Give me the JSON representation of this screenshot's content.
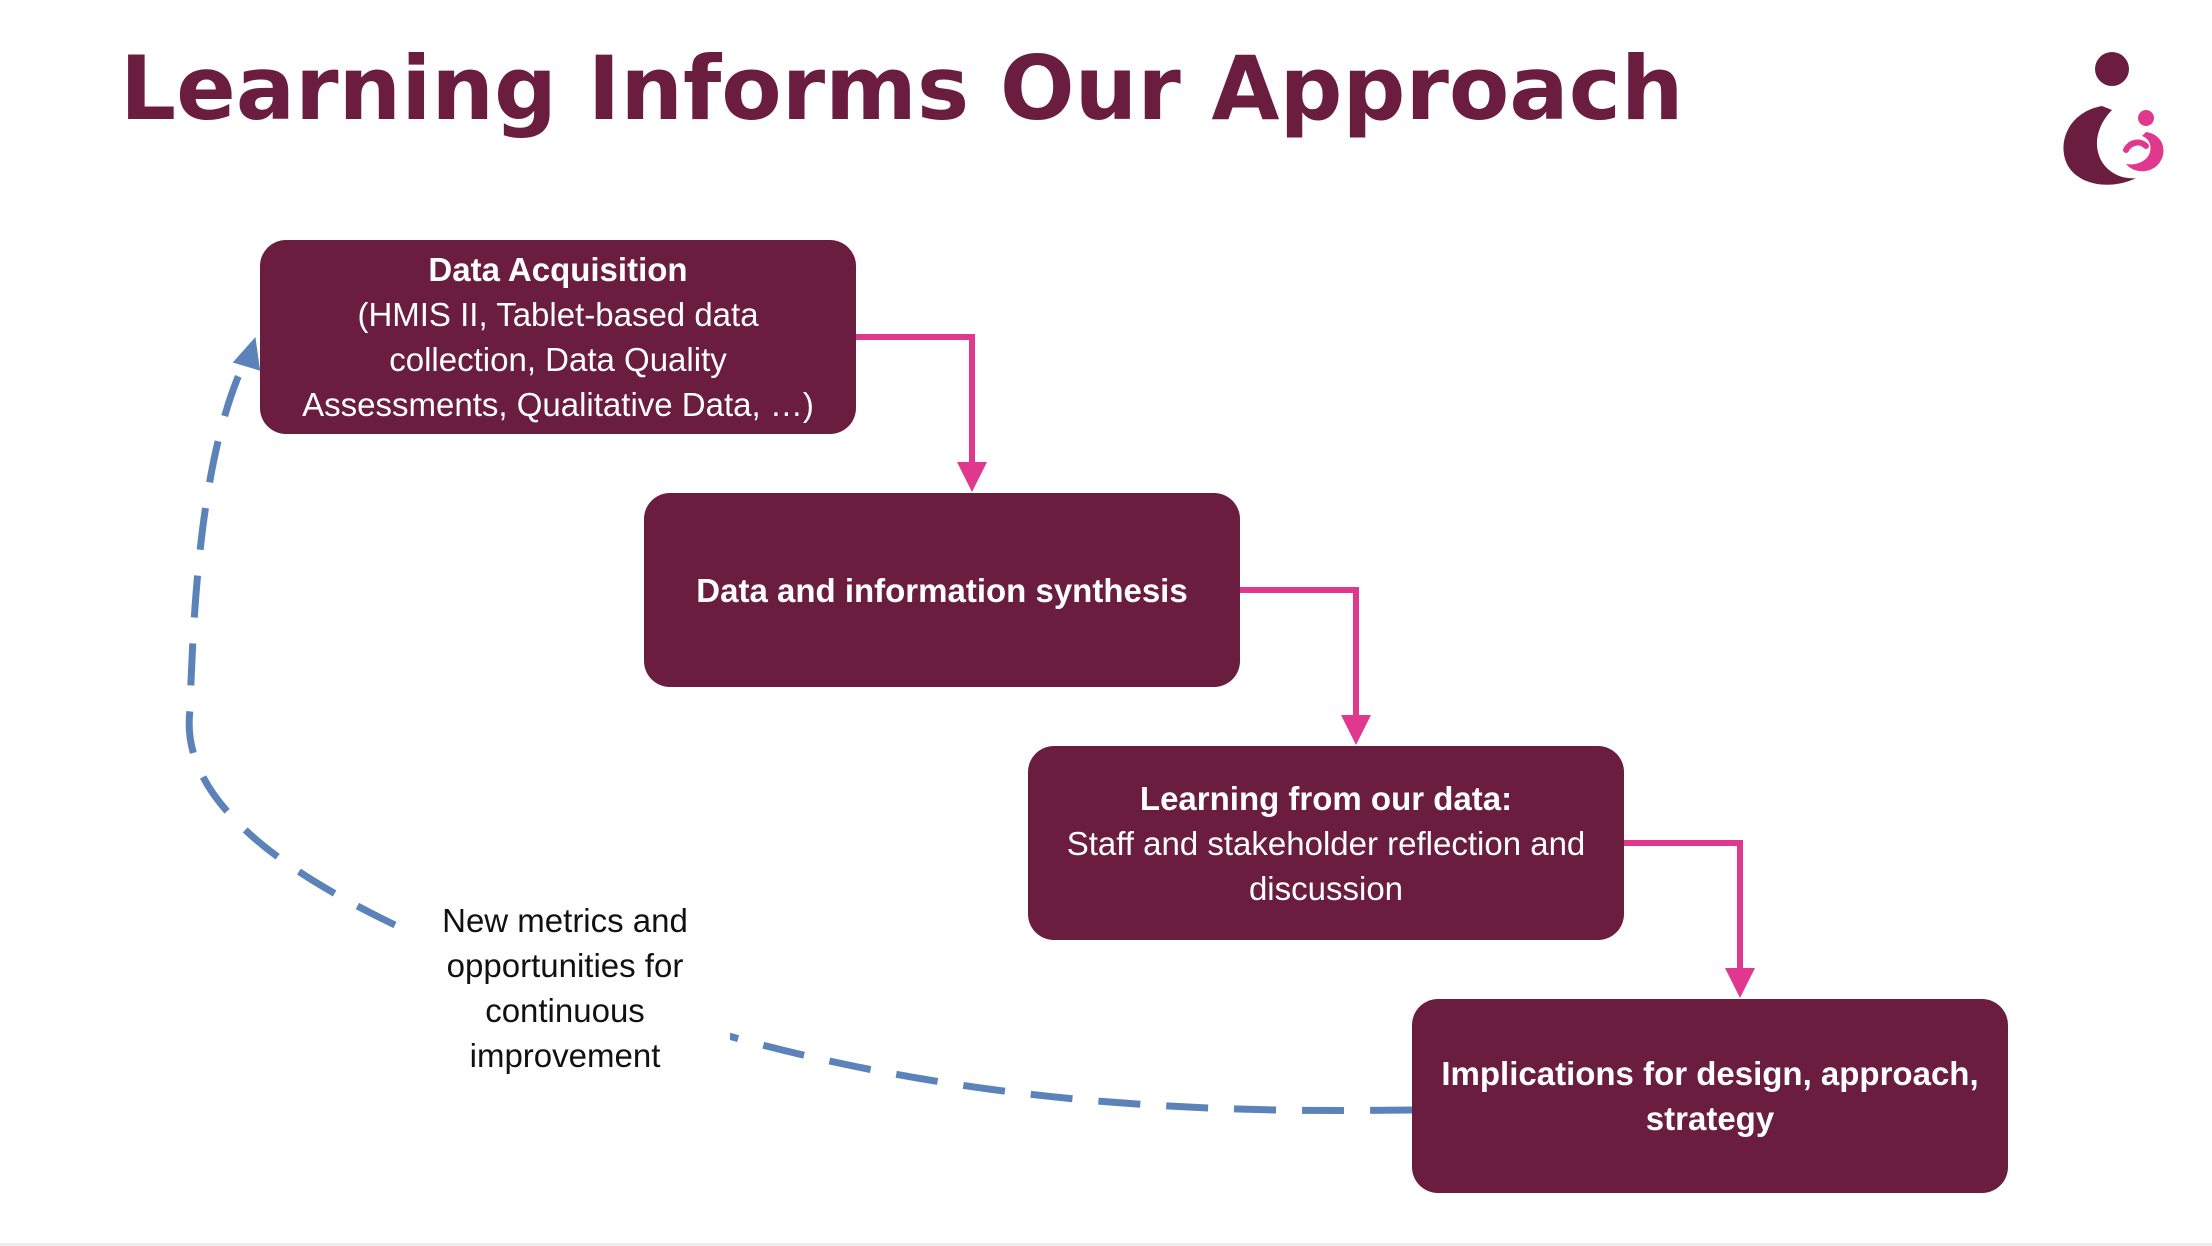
{
  "title": "Learning Informs Our Approach",
  "colors": {
    "title": "#6b1d3f",
    "box_fill": "#6b1d3f",
    "box_text": "#ffffff",
    "arrow": "#e0388f",
    "feedback_loop": "#5b83b9",
    "logo_primary": "#6b1d3f",
    "logo_accent": "#e0388f"
  },
  "steps": [
    {
      "heading": "Data Acquisition",
      "lines": [
        "(HMIS II, Tablet-based data",
        "collection, Data Quality",
        "Assessments, Qualitative Data, …)"
      ]
    },
    {
      "heading": "Data and information synthesis",
      "lines": []
    },
    {
      "heading": "Learning from our data:",
      "lines": [
        "Staff and stakeholder reflection and",
        "discussion"
      ]
    },
    {
      "heading": "Implications for design, approach,",
      "lines": [
        "strategy"
      ]
    }
  ],
  "feedback": {
    "lines": [
      "New metrics and",
      "opportunities for",
      "continuous",
      "improvement"
    ]
  },
  "icons": {
    "logo": "mother-and-child-logo-icon",
    "step_arrow": "elbow-arrow-icon",
    "loop_arrow": "dashed-curved-arrow-icon"
  }
}
